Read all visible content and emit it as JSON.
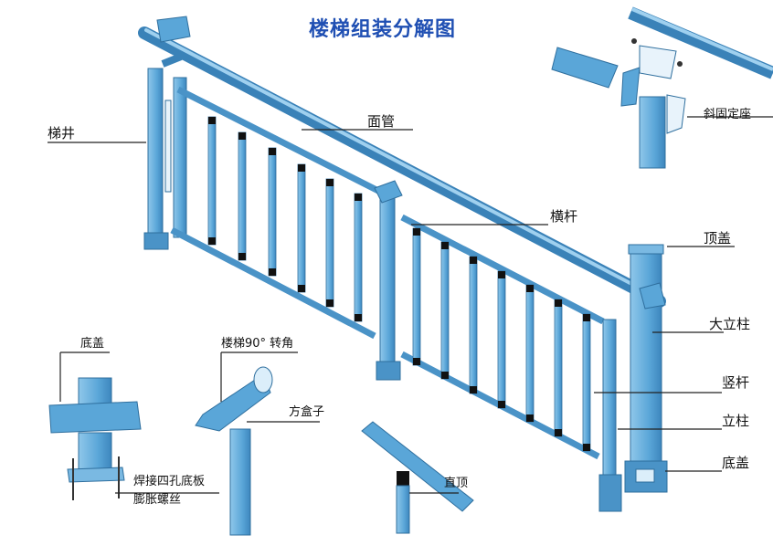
{
  "title": "楼梯组装分解图",
  "labels": {
    "stair_well": "梯井",
    "face_tube": "面管",
    "cross_bar": "横杆",
    "top_cap": "顶盖",
    "big_post": "大立柱",
    "baluster": "竖杆",
    "post": "立柱",
    "bottom_cap_right": "底盖",
    "bottom_cap_left": "底盖",
    "corner": "楼梯90° 转角",
    "square_box": "方盒子",
    "base_plate": "焊接四孔底板",
    "expansion_bolt": "膨胀螺丝",
    "straight_top": "直顶",
    "slant_seat": "斜固定座"
  },
  "colors": {
    "title": "#1f4fb3",
    "metal": "#5aa6d8",
    "metal_dark": "#3d86bd",
    "metal_light": "#8fc7ea",
    "leader": "#222222"
  }
}
